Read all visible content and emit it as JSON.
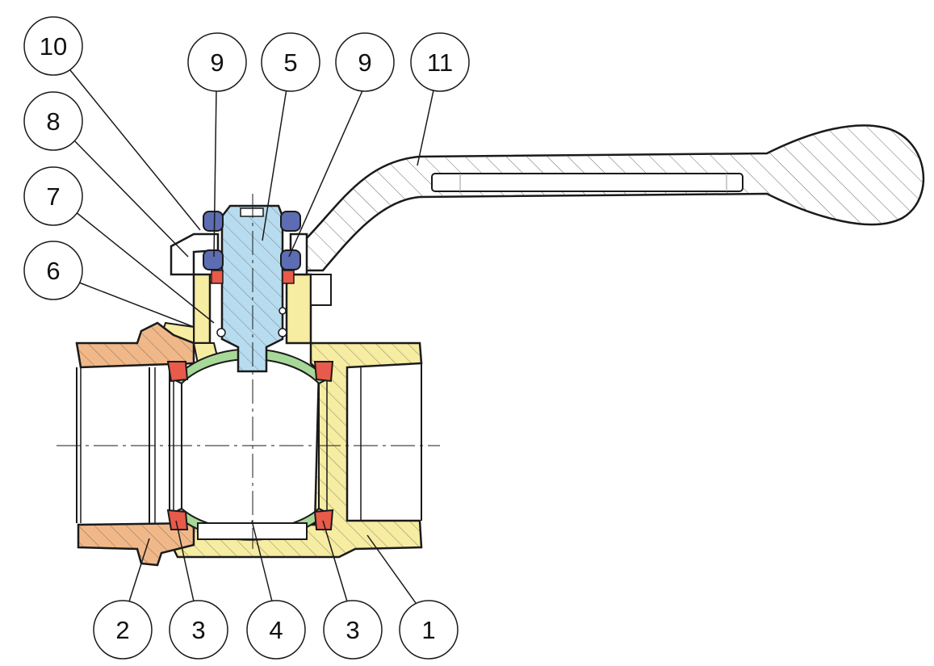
{
  "callouts": {
    "c10": "10",
    "c9a": "9",
    "c5": "5",
    "c9b": "9",
    "c11": "11",
    "c8": "8",
    "c7": "7",
    "c6": "6",
    "c2": "2",
    "c3a": "3",
    "c4": "4",
    "c3b": "3",
    "c1": "1"
  },
  "colors": {
    "outline": "#1a1a1a",
    "body": "#f6eca2",
    "end_piece": "#f0b889",
    "seat": "#e85a4a",
    "ball": "#a7d898",
    "stem": "#b8dcef",
    "oring": "#5c6db3",
    "handle": "#ffffff",
    "background": "#ffffff"
  }
}
